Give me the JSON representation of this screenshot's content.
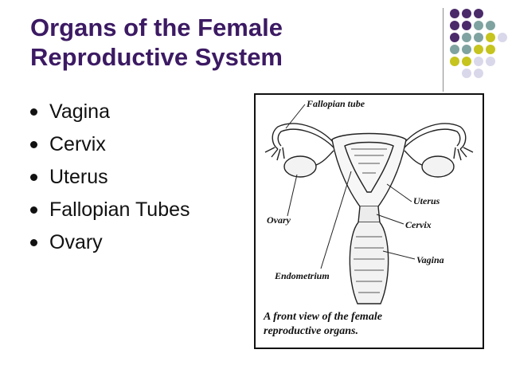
{
  "slide": {
    "title_lines": [
      "Organs of the Female",
      "Reproductive System"
    ],
    "bullets": [
      "Vagina",
      "Cervix",
      "Uterus",
      "Fallopian Tubes",
      "Ovary"
    ]
  },
  "figure": {
    "labels": {
      "fallopian_tube": "Fallopian tube",
      "uterus": "Uterus",
      "ovary": "Ovary",
      "cervix": "Cervix",
      "vagina": "Vagina",
      "endometrium": "Endometrium"
    },
    "caption_lines": [
      "A front view of the female",
      "reproductive organs."
    ]
  },
  "decor": {
    "title_color": "#3c1a63",
    "dot_colors": {
      "purple": "#4b2a6a",
      "teal": "#7fa3a0",
      "yellow": "#c6c41e",
      "lavender": "#d9d8ea"
    }
  }
}
